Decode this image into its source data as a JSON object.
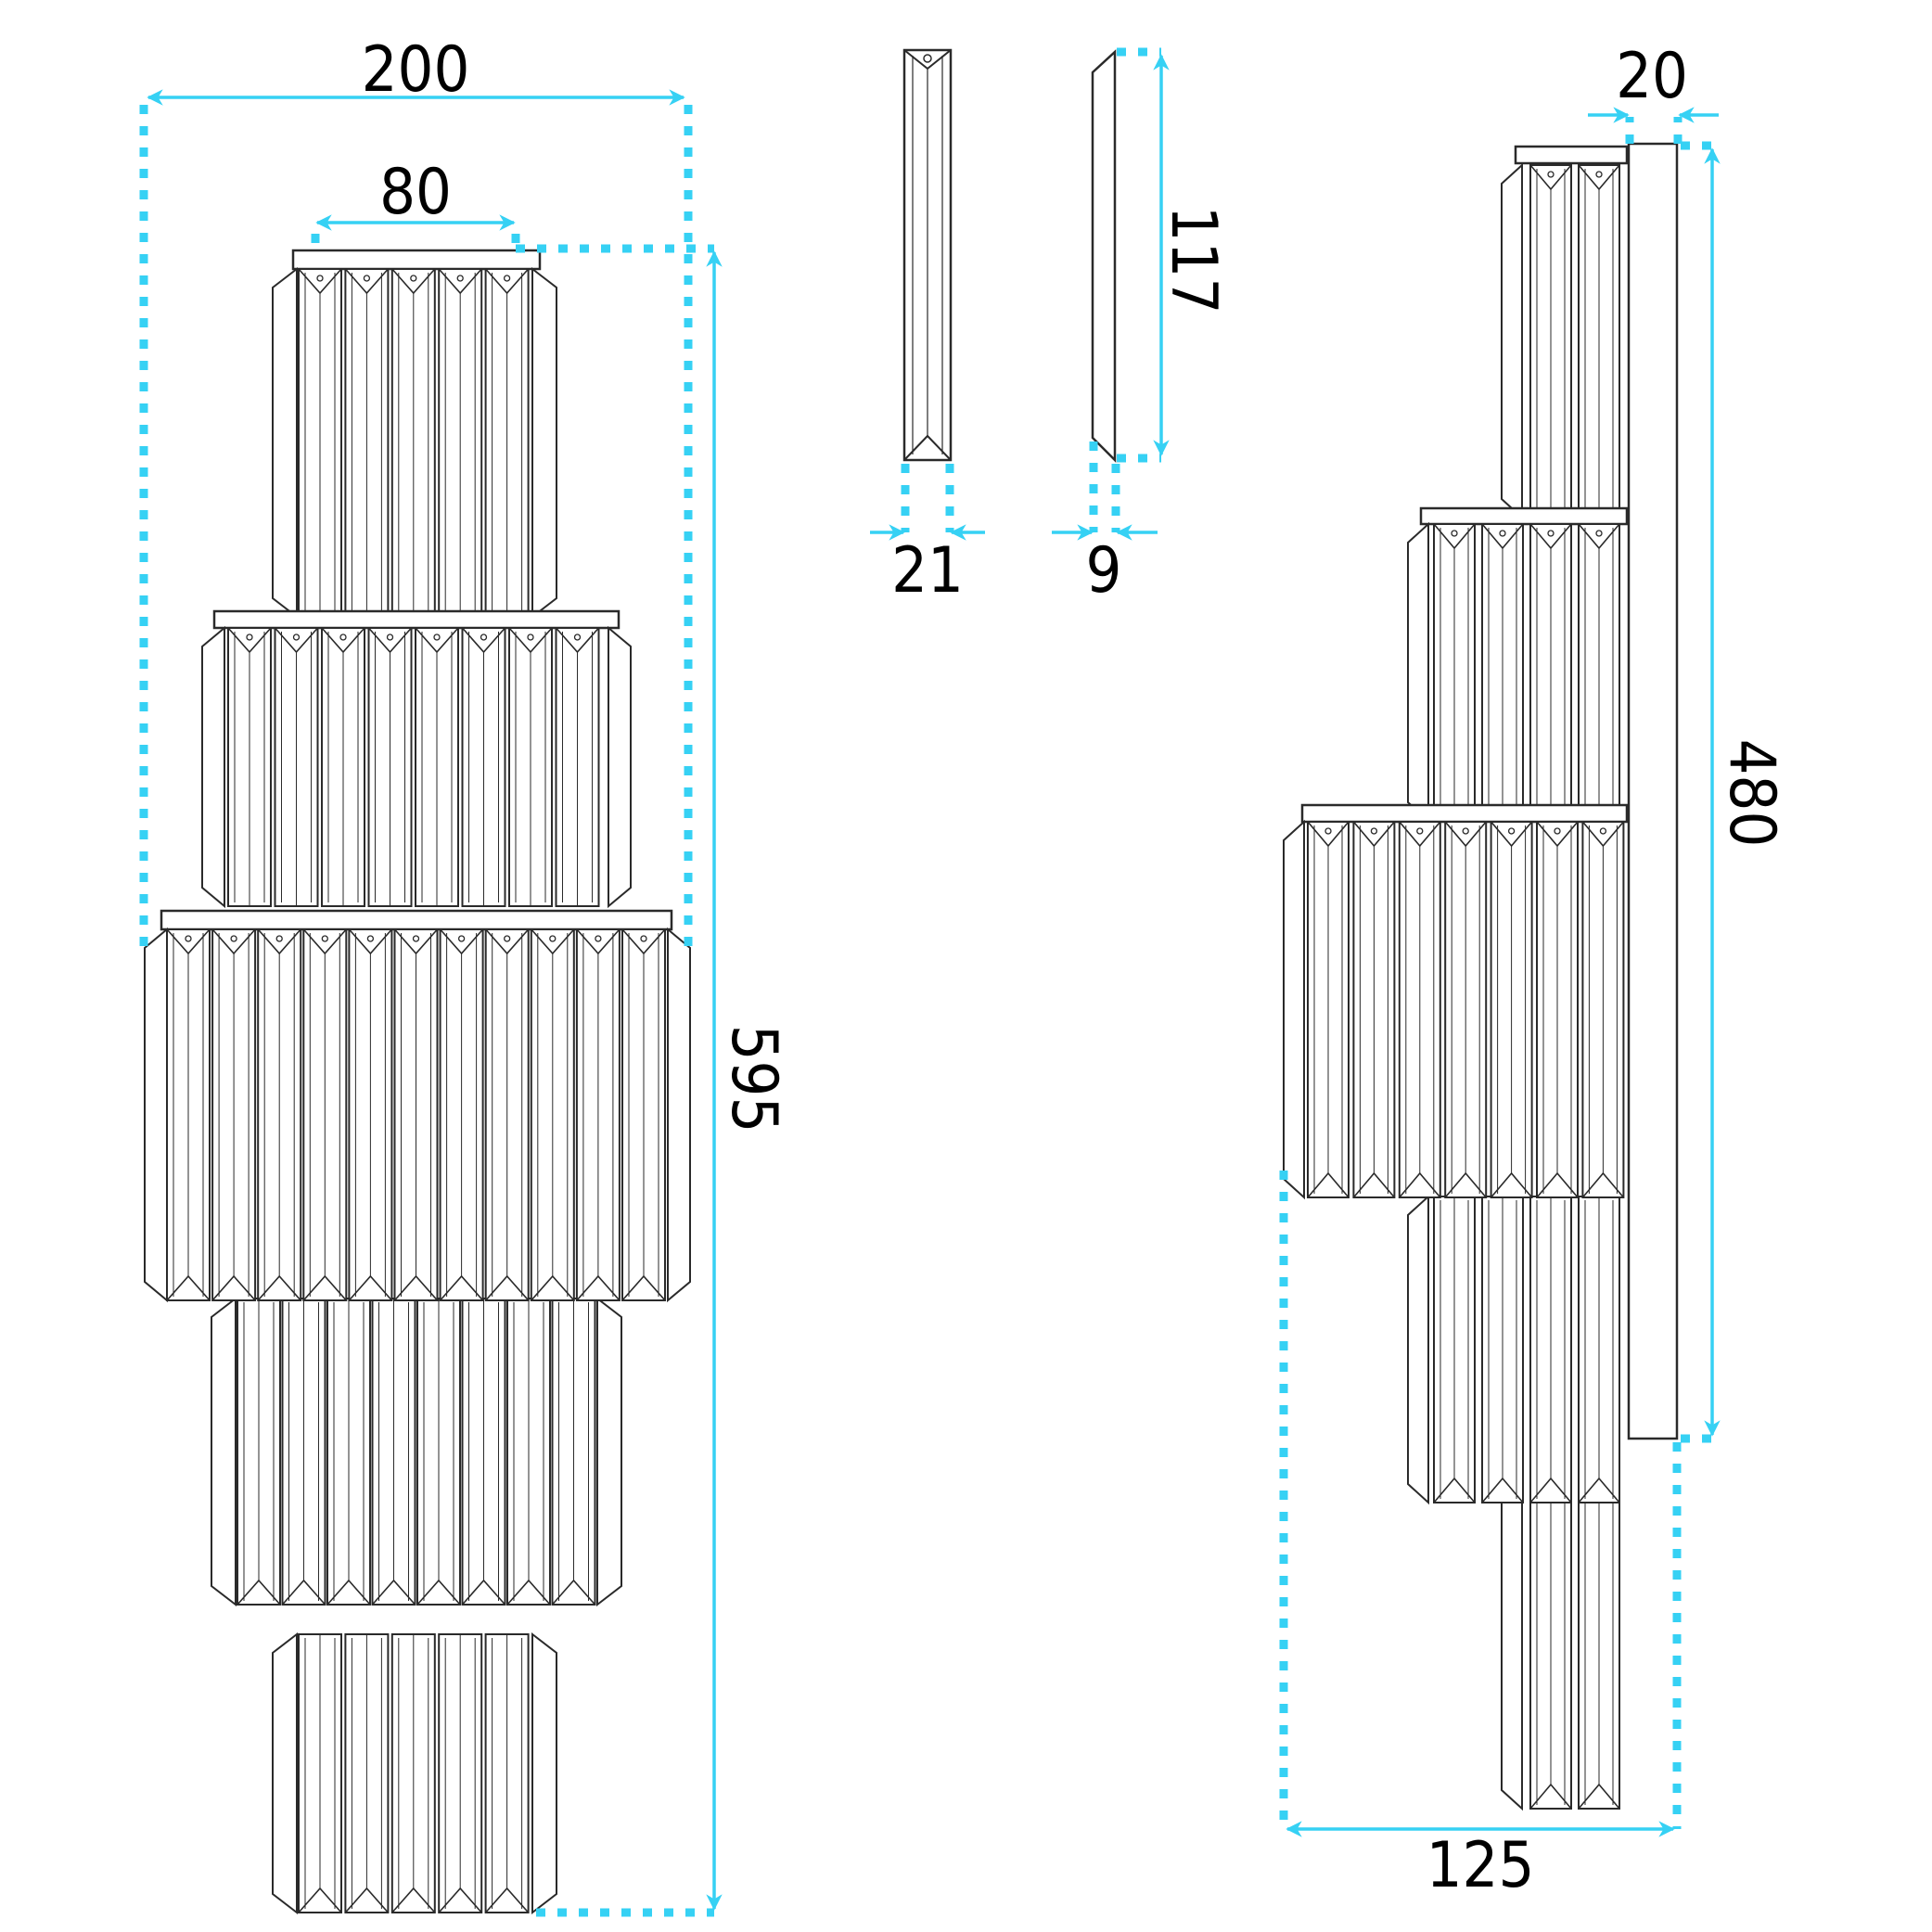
{
  "colors": {
    "dimension": "#36d1f4",
    "outline": "#2a2a2a",
    "background": "#ffffff",
    "text": "#000000"
  },
  "front_view": {
    "overall_width_label": "200",
    "top_width_label": "80",
    "overall_height_label": "595"
  },
  "crystal_prism": {
    "width_label": "21",
    "depth_label": "9",
    "length_label": "117"
  },
  "side_view": {
    "depth_label": "20",
    "projection_label": "125",
    "backplate_height_label": "480"
  }
}
